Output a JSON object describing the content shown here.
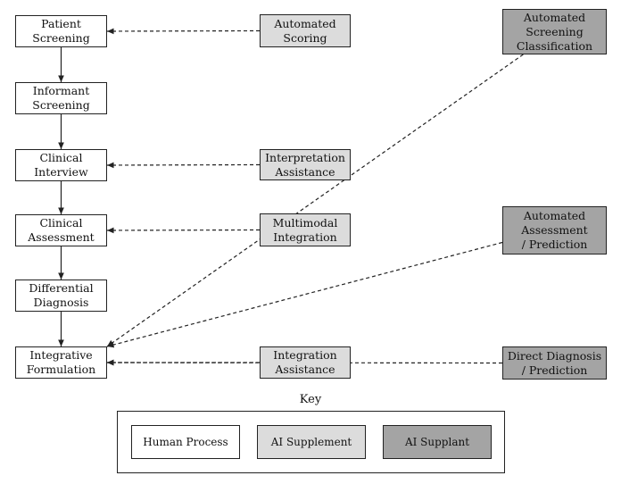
{
  "human_nodes": [
    {
      "id": "patient-screening",
      "label": "Patient\nScreening"
    },
    {
      "id": "informant-screening",
      "label": "Informant\nScreening"
    },
    {
      "id": "clinical-interview",
      "label": "Clinical\nInterview"
    },
    {
      "id": "clinical-assessment",
      "label": "Clinical\nAssessment"
    },
    {
      "id": "differential-diagnosis",
      "label": "Differential\nDiagnosis"
    },
    {
      "id": "integrative-formulation",
      "label": "Integrative\nFormulation"
    }
  ],
  "supplement_nodes": [
    {
      "id": "automated-scoring",
      "label": "Automated\nScoring"
    },
    {
      "id": "interpretation-assistance",
      "label": "Interpretation\nAssistance"
    },
    {
      "id": "multimodal-integration",
      "label": "Multimodal\nIntegration"
    },
    {
      "id": "integration-assistance",
      "label": "Integration\nAssistance"
    }
  ],
  "supplant_nodes": [
    {
      "id": "automated-screening-classification",
      "label": "Automated\nScreening\nClassification"
    },
    {
      "id": "automated-assessment-prediction",
      "label": "Automated\nAssessment\n/ Prediction"
    },
    {
      "id": "direct-diagnosis-prediction",
      "label": "Direct Diagnosis\n/ Prediction"
    }
  ],
  "edges": [
    {
      "from": "patient-screening",
      "to": "informant-screening",
      "style": "solid"
    },
    {
      "from": "informant-screening",
      "to": "clinical-interview",
      "style": "solid"
    },
    {
      "from": "clinical-interview",
      "to": "clinical-assessment",
      "style": "solid"
    },
    {
      "from": "clinical-assessment",
      "to": "differential-diagnosis",
      "style": "solid"
    },
    {
      "from": "differential-diagnosis",
      "to": "integrative-formulation",
      "style": "solid"
    },
    {
      "from": "automated-scoring",
      "to": "patient-screening",
      "style": "dashed"
    },
    {
      "from": "interpretation-assistance",
      "to": "clinical-interview",
      "style": "dashed"
    },
    {
      "from": "multimodal-integration",
      "to": "clinical-assessment",
      "style": "dashed"
    },
    {
      "from": "integration-assistance",
      "to": "integrative-formulation",
      "style": "dashed"
    },
    {
      "from": "automated-screening-classification",
      "to": "integrative-formulation",
      "style": "dashed"
    },
    {
      "from": "automated-assessment-prediction",
      "to": "integrative-formulation",
      "style": "dashed"
    },
    {
      "from": "direct-diagnosis-prediction",
      "to": "integrative-formulation",
      "style": "dashed"
    }
  ],
  "key": {
    "title": "Key",
    "human": "Human Process",
    "supplement": "AI Supplement",
    "supplant": "AI Supplant"
  },
  "colors": {
    "human": "#ffffff",
    "supplement": "#dcdcdc",
    "supplant": "#a4a4a4",
    "line": "#222222"
  }
}
